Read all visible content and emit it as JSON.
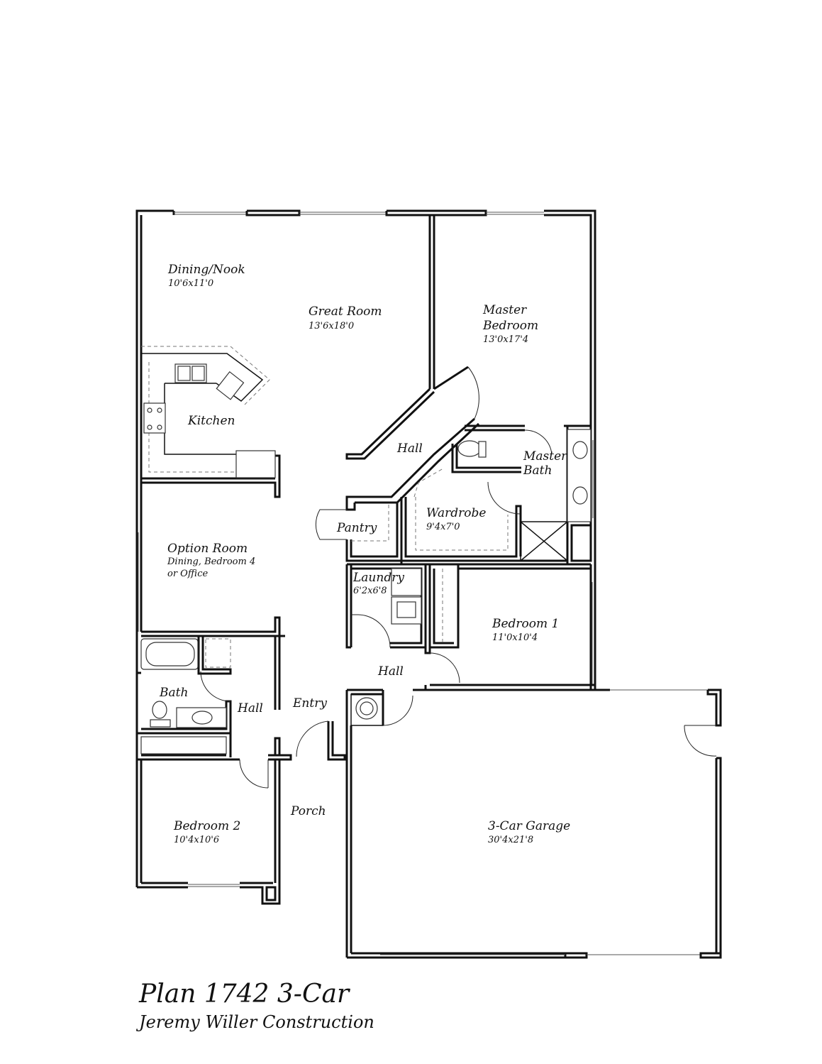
{
  "title": "Plan 1742 3-Car",
  "subtitle": "Jeremy Willer Construction",
  "rooms": {
    "dining_nook": {
      "name": "Dining/Nook",
      "dim": "10'6x11'0"
    },
    "great_room": {
      "name": "Great Room",
      "dim": "13'6x18'0"
    },
    "master_bedroom": {
      "name1": "Master",
      "name2": "Bedroom",
      "dim": "13'0x17'4"
    },
    "kitchen": {
      "name": "Kitchen"
    },
    "hall_upper": {
      "name": "Hall"
    },
    "master_bath": {
      "name1": "Master",
      "name2": "Bath"
    },
    "pantry": {
      "name": "Pantry"
    },
    "wardrobe": {
      "name": "Wardrobe",
      "dim": "9'4x7'0"
    },
    "option_room": {
      "name": "Option Room",
      "sub1": "Dining, Bedroom 4",
      "sub2": "or Office"
    },
    "laundry": {
      "name": "Laundry",
      "dim": "6'2x6'8"
    },
    "bedroom1": {
      "name": "Bedroom 1",
      "dim": "11'0x10'4"
    },
    "hall_middle": {
      "name": "Hall"
    },
    "bath": {
      "name": "Bath"
    },
    "hall_lower": {
      "name": "Hall"
    },
    "entry": {
      "name": "Entry"
    },
    "porch": {
      "name": "Porch"
    },
    "bedroom2": {
      "name": "Bedroom 2",
      "dim": "10'4x10'6"
    },
    "garage": {
      "name": "3-Car Garage",
      "dim": "30'4x21'8"
    }
  }
}
